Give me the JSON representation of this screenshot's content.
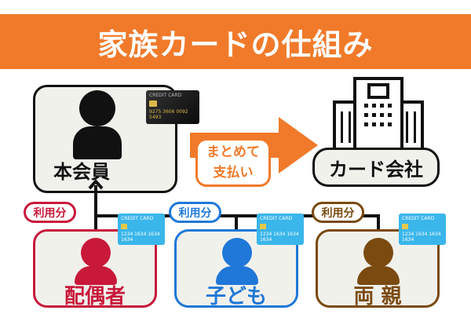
{
  "title": "家族カードの仕組み",
  "main_member": {
    "label": "本会員",
    "card_text": "CREDIT CARD",
    "card_number": "9275 3606 0092 5493"
  },
  "payment": {
    "line1": "まとめて",
    "line2": "支払い"
  },
  "company": {
    "label": "カード会社"
  },
  "family": [
    {
      "label": "配偶者",
      "badge": "利用分",
      "color": "#c8193a",
      "card_text": "CREDIT CARD",
      "card_number": "1234 1634 1634 1634"
    },
    {
      "label": "子ども",
      "badge": "利用分",
      "color": "#1f78d8",
      "card_text": "CREDIT CARD",
      "card_number": "1234 1634 1634 1634"
    },
    {
      "label": "両 親",
      "badge": "利用分",
      "color": "#7a4a10",
      "card_text": "CREDIT CARD",
      "card_number": "1234 1634 1634 1634"
    }
  ],
  "colors": {
    "accent": "#f07a2a",
    "box_bg": "#f1f1ec"
  }
}
